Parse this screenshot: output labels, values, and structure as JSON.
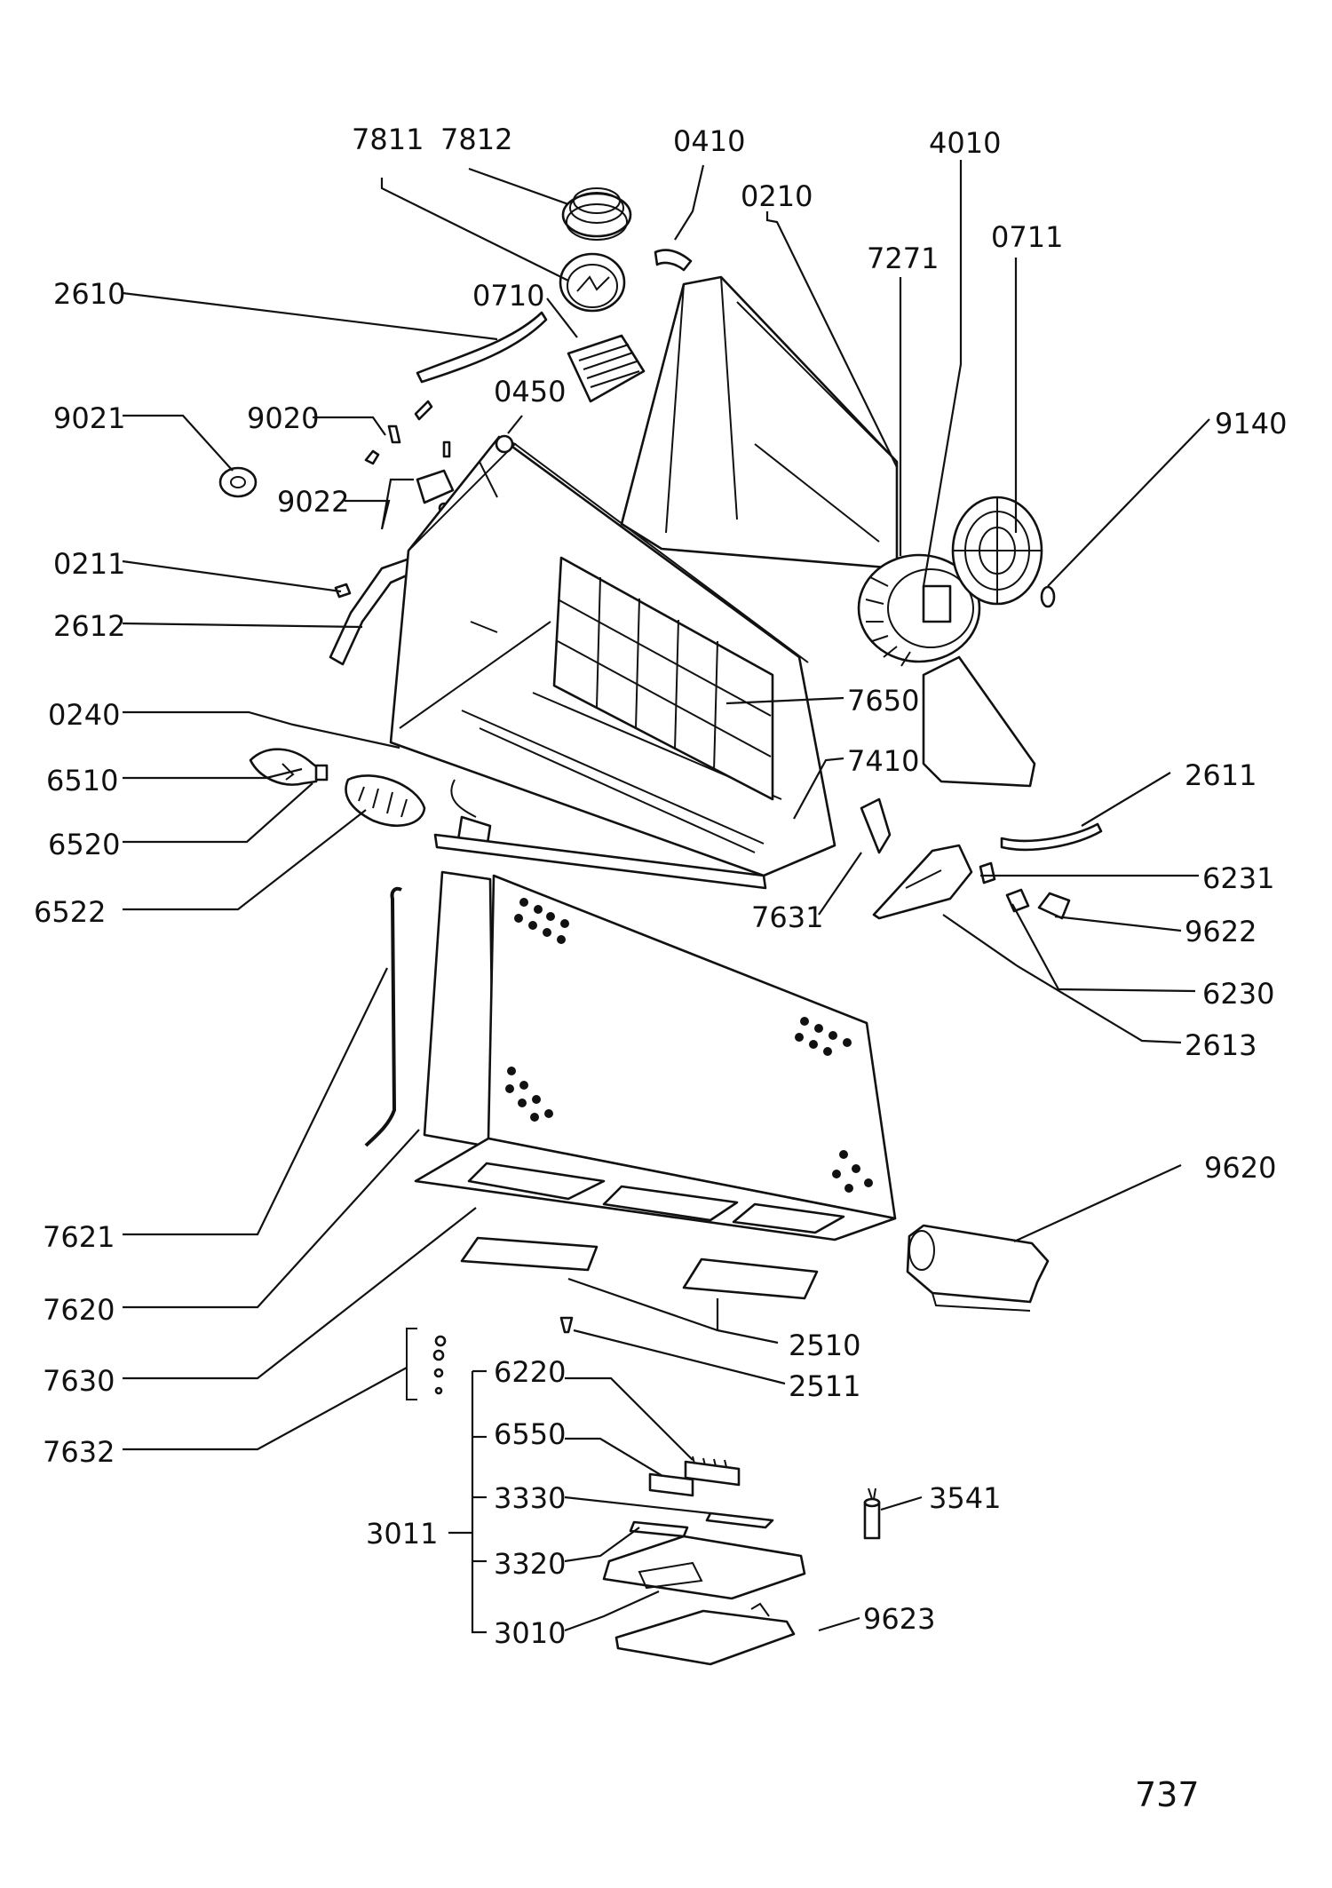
{
  "diagram": {
    "part_numbers": {
      "p7811": "7811",
      "p7812": "7812",
      "p0410": "0410",
      "p0210": "0210",
      "p4010": "4010",
      "p0711": "0711",
      "p7271": "7271",
      "p2610": "2610",
      "p0710": "0710",
      "p9021": "9021",
      "p9020": "9020",
      "p0450": "0450",
      "p9140": "9140",
      "p9022": "9022",
      "p0211": "0211",
      "p2612": "2612",
      "p7650": "7650",
      "p0240": "0240",
      "p7410": "7410",
      "p2611": "2611",
      "p6510": "6510",
      "p6520": "6520",
      "p6231": "6231",
      "p6522": "6522",
      "p7631": "7631",
      "p9622": "9622",
      "p6230": "6230",
      "p2613": "2613",
      "p9620": "9620",
      "p7621": "7621",
      "p7620": "7620",
      "p2510": "2510",
      "p7630": "7630",
      "p2511": "2511",
      "p6220": "6220",
      "p6550": "6550",
      "p7632": "7632",
      "p3330": "3330",
      "p3541": "3541",
      "p3011": "3011",
      "p3320": "3320",
      "p3010": "3010",
      "p9623": "9623"
    },
    "page_number": "737"
  }
}
